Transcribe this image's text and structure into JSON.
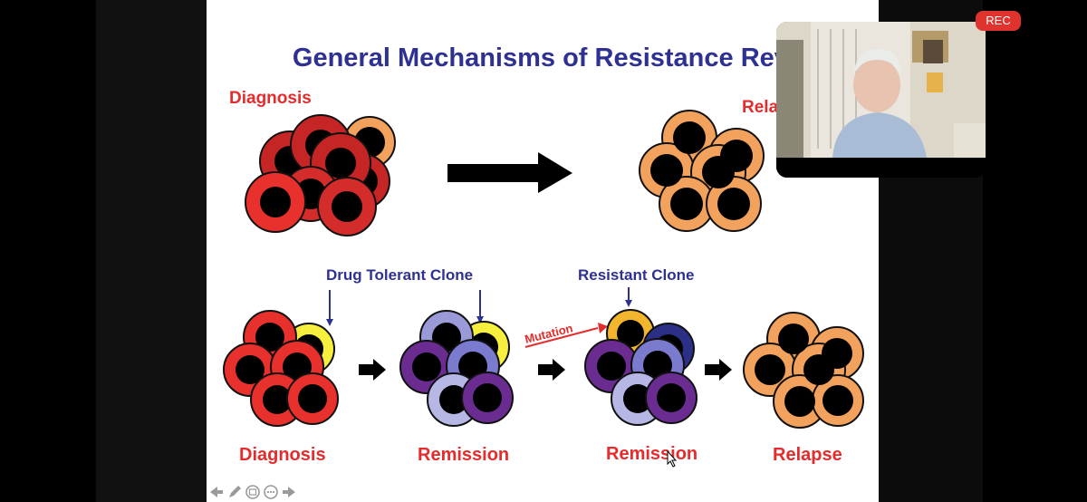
{
  "slide": {
    "title": "General Mechanisms of Resistance Revis",
    "top_left_label": "Diagnosis",
    "top_right_label": "Rela",
    "clone_labels": {
      "drug_tolerant": "Drug Tolerant Clone",
      "resistant": "Resistant Clone"
    },
    "mutation_label": "Mutation",
    "bottom_labels": [
      "Diagnosis",
      "Remission",
      "Remission",
      "Relapse"
    ]
  },
  "recording": {
    "badge": "REC"
  },
  "colors": {
    "title_blue": "#2e3192",
    "label_red": "#e52b2b",
    "cell_red": "#d42b2b",
    "cell_orange": "#f2a25c",
    "cell_yellow": "#f7ef3d",
    "cell_purple": "#6a2c91",
    "cell_lavender": "#9a9ad8",
    "cell_navy": "#2c2f86",
    "rec_red": "#e0332d"
  },
  "toolbar": {
    "icons": [
      "previous-icon",
      "pen-icon",
      "gallery-icon",
      "more-icon",
      "next-icon"
    ]
  }
}
